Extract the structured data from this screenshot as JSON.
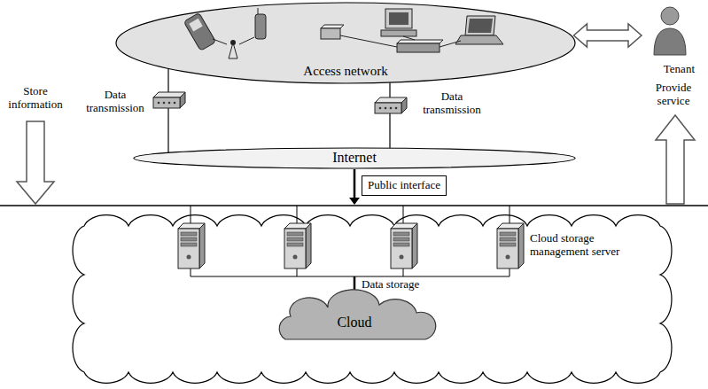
{
  "diagram": {
    "nodes": [
      {
        "text": [
          "Access network"
        ]
      },
      {
        "text": [
          "Tenant"
        ]
      },
      {
        "text": [
          "Internet"
        ]
      },
      {
        "text": [
          "Public interface"
        ]
      },
      {
        "text": [
          "Cloud"
        ]
      }
    ],
    "edges": [
      {
        "from": 0,
        "to": 1,
        "arrow": "both"
      },
      {
        "from": 0,
        "to": 2,
        "arrow": "none",
        "label": "Data transmission"
      },
      {
        "from": 0,
        "to": 2,
        "arrow": "none",
        "label": "Data transmission"
      }
    ],
    "labels": [
      "Store information",
      "Provide service",
      "Cloud storage management server",
      "Data storage"
    ]
  }
}
